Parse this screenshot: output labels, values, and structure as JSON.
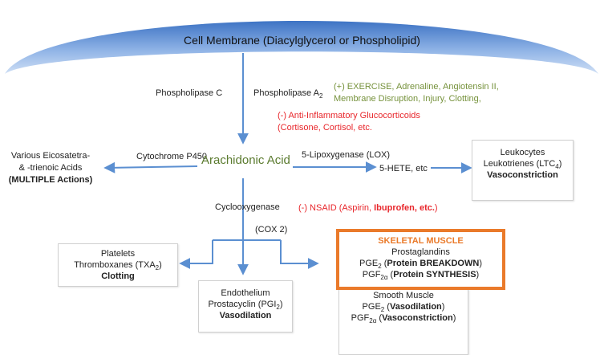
{
  "membrane": {
    "label": "Cell Membrane (Diacylglycerol or Phospholipid)",
    "color": "#4a7ec8"
  },
  "enzymes": {
    "plc": "Phospholipase C",
    "pla2": "Phospholipase A",
    "pla2_sub": "2",
    "cyp450": "Cytochrome P450",
    "lox": "5-Lipoxygenase (LOX)",
    "cox": "Cyclooxygenase",
    "cox2": "(COX 2)"
  },
  "stimulators": {
    "line1": "(+) EXERCISE, Adrenaline, Angiotensin II,",
    "line2": "Membrane Disruption, Injury, Clotting,"
  },
  "inhibitors": {
    "line1": "(-) Anti-Inflammatory Glucocorticoids",
    "line2": "(Cortisone, Cortisol, etc."
  },
  "arachidonic": "Arachidonic Acid",
  "hete": "5-HETE, etc",
  "nsaid": {
    "prefix": "(-) NSAID (Aspirin, ",
    "bold": "Ibuprofen, etc.",
    "suffix": ")"
  },
  "eicosa": {
    "line1": "Various Eicosatetra-",
    "line2": "& -trienoic Acids",
    "line3": "(MULTIPLE Actions)"
  },
  "leukocytes": {
    "line1": "Leukocytes",
    "line2_prefix": "Leukotrienes (LTC",
    "line2_sub": "4",
    "line2_suffix": ")",
    "line3": "Vasoconstriction"
  },
  "platelets": {
    "line1": "Platelets",
    "line2_prefix": "Thromboxanes (TXA",
    "line2_sub": "2",
    "line2_suffix": ")",
    "line3": "Clotting"
  },
  "endothelium": {
    "line1": "Endothelium",
    "line2_prefix": "Prostacyclin (PGI",
    "line2_sub": "2",
    "line2_suffix": ")",
    "line3": "Vasodilation"
  },
  "skeletal": {
    "title": "SKELETAL MUSCLE",
    "line1": "Prostaglandins",
    "pge_prefix": "PGE",
    "pge_sub": "2",
    "pge_open": " (",
    "pge_bold": "Protein BREAKDOWN",
    "pge_close": ")",
    "pgf_prefix": "PGF",
    "pgf_sub": "2α",
    "pgf_open": " (",
    "pgf_bold": "Protein SYNTHESIS",
    "pgf_close": ")"
  },
  "smooth": {
    "line1": "Smooth Muscle",
    "pge_prefix": "PGE",
    "pge_sub": "2",
    "pge_open": " (",
    "pge_bold": "Vasodilation",
    "pge_close": ")",
    "pgf_prefix": "PGF",
    "pgf_sub": "2α",
    "pgf_open": " (",
    "pgf_bold": "Vasoconstriction",
    "pgf_close": ")"
  },
  "colors": {
    "arrow": "#5b8fd1",
    "accent_orange": "#ea7a2a",
    "stimulator_green": "#76923c",
    "inhibitor_red": "#e8262b"
  }
}
